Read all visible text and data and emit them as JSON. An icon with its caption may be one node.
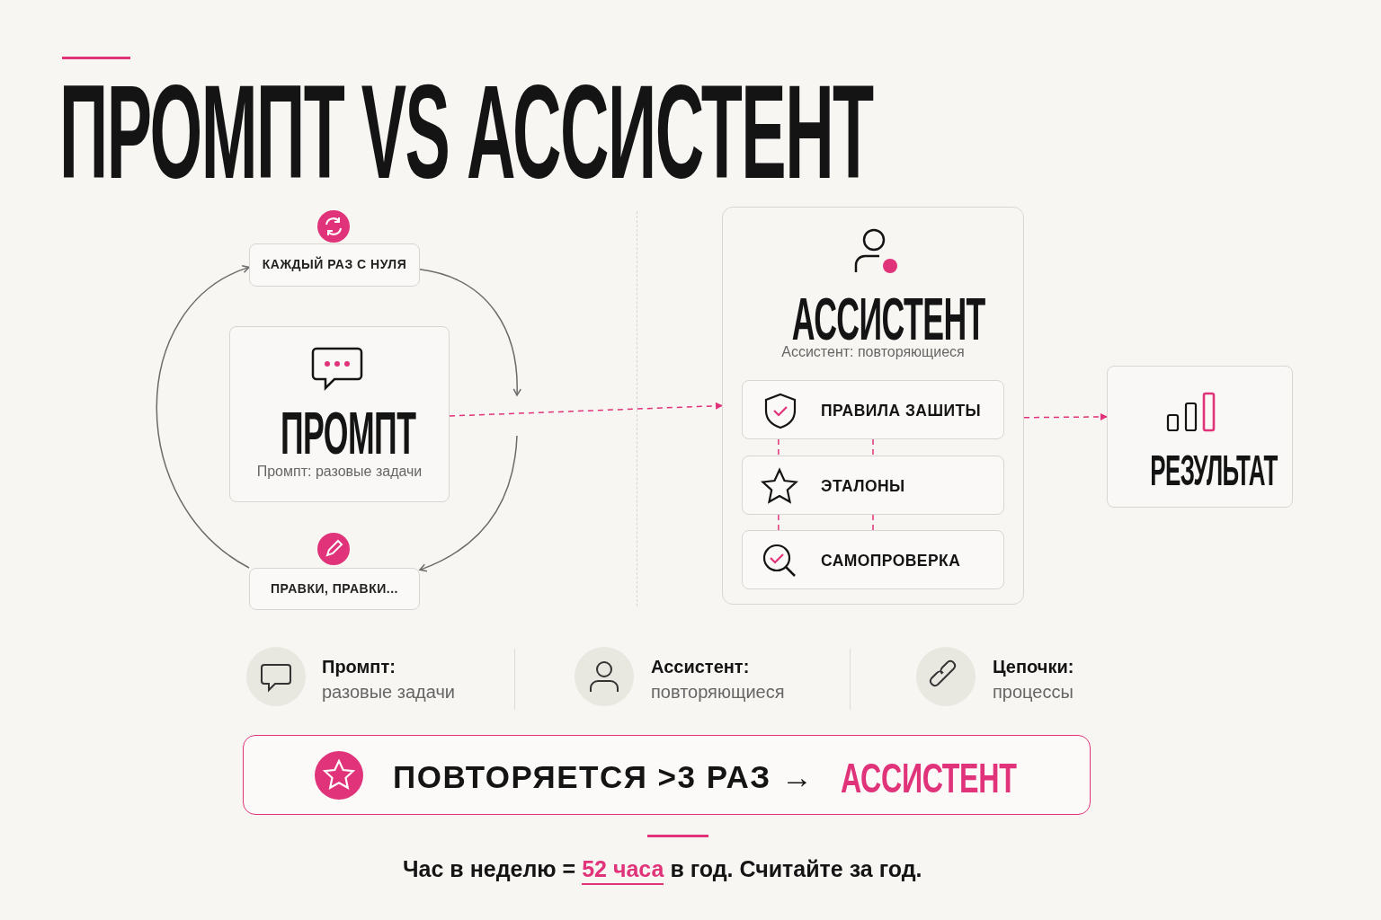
{
  "diagram": {
    "title": "ПРОМПТ VS АССИСТЕНТ",
    "nodes": [
      {
        "text": [
          "КАЖДЫЙ РАЗ С НУЛЯ"
        ]
      },
      {
        "text": [
          "ПРОМПТ",
          "Промпт: разовые задачи"
        ]
      },
      {
        "text": [
          "ПРАВКИ, ПРАВКИ..."
        ]
      },
      {
        "text": [
          "АССИСТЕНТ",
          "Ассистент: повторяющиеся"
        ]
      },
      {
        "text": [
          "ПРАВИЛА ЗАШИТЫ"
        ],
        "in": 3
      },
      {
        "text": [
          "ЭТАЛОНЫ"
        ],
        "in": 3
      },
      {
        "text": [
          "САМОПРОВЕРКА"
        ],
        "in": 3
      },
      {
        "text": [
          "РЕЗУЛЬТАТ"
        ]
      },
      {
        "text": [
          "ПОВТОРЯЕТСЯ >3 РАЗ →",
          "АССИСТЕНТ"
        ]
      }
    ],
    "edges": [
      {
        "from": 0,
        "to": null,
        "arrow": "to",
        "color": "#6b6b6b"
      },
      {
        "from": null,
        "to": 2,
        "arrow": "to",
        "color": "#6b6b6b"
      },
      {
        "from": 2,
        "to": 0,
        "arrow": "to",
        "color": "#6b6b6b"
      },
      {
        "from": 1,
        "to": 3,
        "arrow": "to",
        "style": "dashed",
        "color": "#e0337a"
      },
      {
        "from": 3,
        "to": 7,
        "arrow": "to",
        "style": "dashed",
        "color": "#e0337a"
      },
      {
        "from": 4,
        "to": 5,
        "arrow": "none",
        "style": "dashed",
        "color": "#e0337a"
      },
      {
        "from": 4,
        "to": 5,
        "arrow": "none",
        "style": "dashed",
        "color": "#e0337a"
      },
      {
        "from": 5,
        "to": 6,
        "arrow": "none",
        "style": "dashed",
        "color": "#e0337a"
      },
      {
        "from": 5,
        "to": 6,
        "arrow": "none",
        "style": "dashed",
        "color": "#e0337a"
      }
    ],
    "labels": [
      "Промпт:",
      "разовые задачи",
      "Ассистент:",
      "повторяющиеся",
      "Цепочки:",
      "процессы",
      "Час в неделю = **52 часа** в год. Считайте за год."
    ]
  }
}
